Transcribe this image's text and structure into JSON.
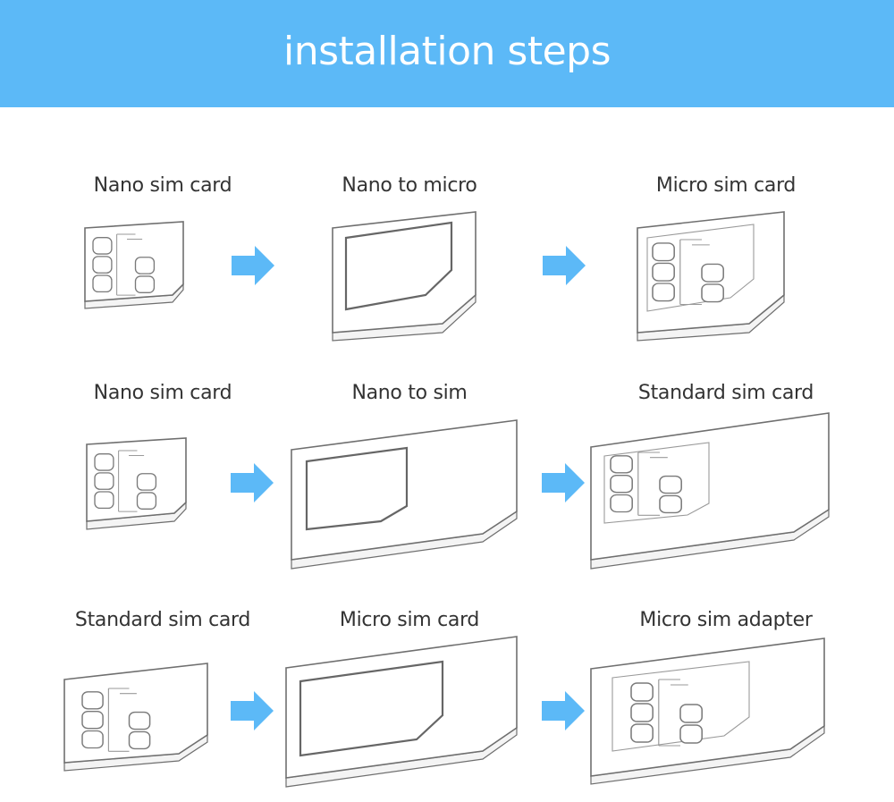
{
  "header": {
    "title": "installation steps"
  },
  "colors": {
    "banner": "#5cb9f7",
    "arrow": "#5cb9f7",
    "text": "#333333"
  },
  "rows": [
    {
      "labels": [
        "Nano sim card",
        "Nano to micro",
        "Micro sim card"
      ]
    },
    {
      "labels": [
        "Nano sim card",
        "Nano to sim",
        "Standard sim card"
      ]
    },
    {
      "labels": [
        "Standard sim card",
        "Micro sim card",
        "Micro sim adapter"
      ]
    }
  ]
}
